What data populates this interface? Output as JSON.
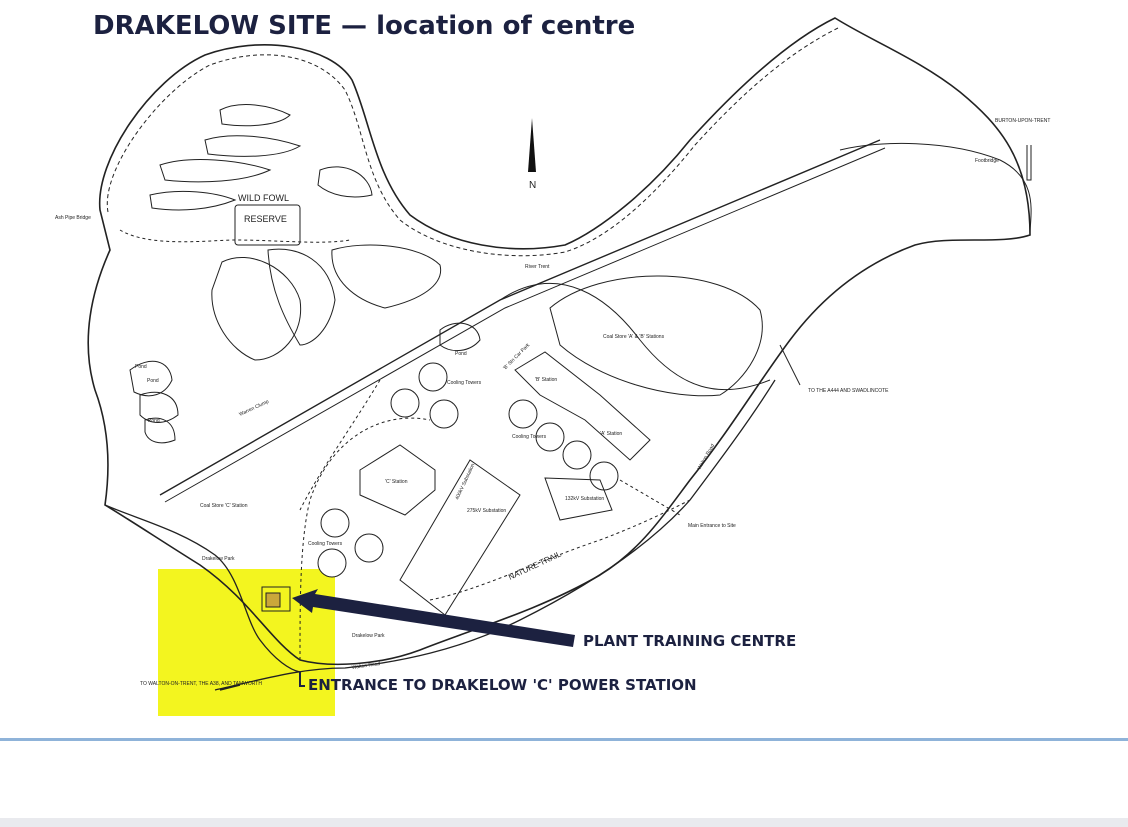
{
  "title": "DRAKELOW SITE — location of centre",
  "north_label": "N",
  "highlight_color": "#f3f51f",
  "arrow_color": "#1c2140",
  "labels": {
    "wild_fowl": "WILD FOWL",
    "reserve": "RESERVE",
    "ash_pipe_bridge": "Ash Pipe Bridge",
    "river_trent": "River Trent",
    "burton": "BURTON-UPON-TRENT",
    "footbridge": "Footbridge",
    "pond1": "Pond",
    "pond2": "Pond",
    "pond3": "Pond",
    "pond4": "Pond",
    "warren_clump": "Warren Clump",
    "coal_store_ab": "Coal Store 'A' & 'B' Stations",
    "to_a444": "TO THE A444 AND SWADLINCOTE",
    "b_stn_car_park": "'B' Stn Car Park",
    "b_station": "'B' Station",
    "a_station": "'A' Station",
    "cooling_towers_1": "Cooling Towers",
    "cooling_towers_2": "Cooling Towers",
    "cooling_towers_3": "Cooling Towers",
    "c_station": "'C' Station",
    "coal_store_c": "Coal Store 'C' Station",
    "substation_400": "400kV Substation",
    "substation_275": "275kV Substation",
    "substation_132": "132kV Substation",
    "walton_road_1": "Walton Road",
    "walton_road_2": "Walton Road",
    "main_entrance": "Main Entrance to Site",
    "nature_trail": "NATURE TRAIL",
    "drakelow_park_1": "Drakelow Park",
    "drakelow_park_2": "Drakelow Park",
    "to_walton": "TO WALTON-ON-TRENT, THE A38, AND TAMWORTH",
    "plant_training_centre": "PLANT TRAINING CENTRE",
    "entrance_c": "ENTRANCE TO DRAKELOW 'C' POWER STATION"
  }
}
